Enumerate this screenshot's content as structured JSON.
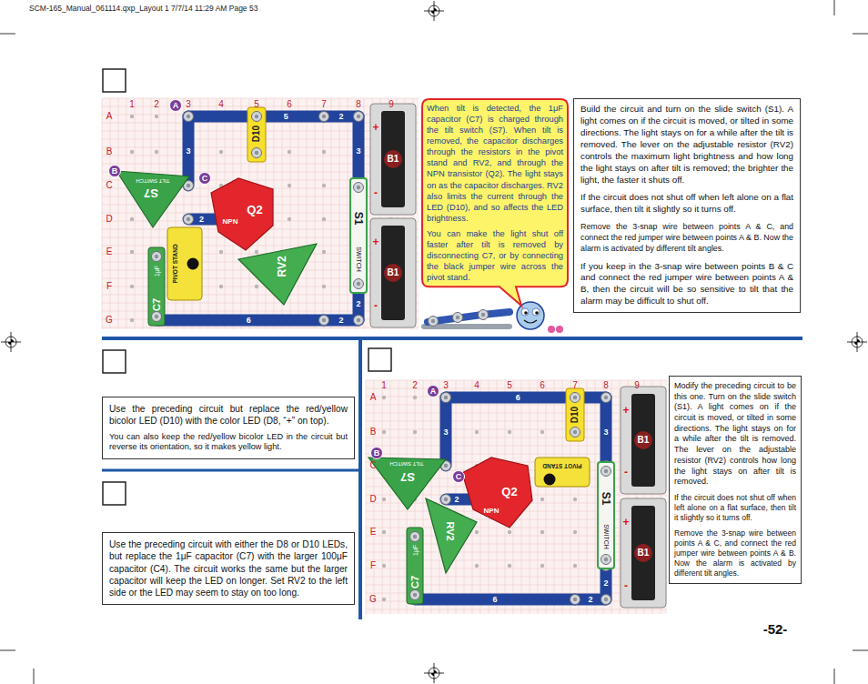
{
  "diagram": {
    "nodes": [
      {
        "text": [
          "When tilt is detected, the 1μF capacitor (C7) is charged through the tilt switch (S7). When tilt is removed, the capacitor discharges through the resistors in the pivot stand and RV2, and through the NPN transistor (Q2). The light stays on as the capacitor discharges. RV2 also limits the current through the LED (D10), and so affects the LED brightness.",
          "You can make the light shut off faster after tilt is removed by disconnecting C7, or by connecting the black jumper wire across the pivot stand."
        ]
      },
      {
        "text": [
          "Build the circuit and turn on the slide switch (S1). A light comes on if the circuit is moved, or tilted in some directions. The light stays on for a while after the tilt is removed. The lever on the adjustable resistor (RV2) controls the maximum light brightness and how long the light stays on after tilt is removed; the brighter the light, the faster it shuts off.",
          "If the circuit does not shut off when left alone on a flat surface, then tilt it slightly so it turns off.",
          "Remove the 3-snap wire between points A & C, and connect the red jumper wire between points A & B. Now the alarm is activated by different tilt angles.",
          "If you keep in the 3-snap wire between points B & C and connect the red jumper wire between points A & B, then the circuit will be so sensitive to tilt that the alarm may be difficult to shut off."
        ]
      },
      {
        "text": [
          "Use the preceding circuit but replace the red/yellow bicolor LED (D10) with the color LED (D8, “+” on top).",
          "You can also keep the red/yellow bicolor LED in the circuit but reverse its orientation, so it makes yellow light."
        ]
      },
      {
        "text": [
          "Use the preceding circuit with either the D8 or D10 LEDs, but replace the 1μF capacitor (C7) with the larger 100μF capacitor (C4). The circuit works the same but the larger capacitor will keep the LED on longer. Set RV2 to the left side or the LED may seem to stay on too long."
        ]
      },
      {
        "text": [
          "Modify the preceding circuit to be this one. Turn on the slide switch (S1). A light comes on if the circuit is moved, or tilted in some directions. The light stays on for a while after the tilt is removed. The lever on the adjustable resistor (RV2) controls how long the light stays on after tilt is removed.",
          "If the circuit does not shut off when left alone on a flat surface, then tilt it slightly so it turns off.",
          "Remove the 3-snap wire between points A & C, and connect the red jumper wire between points A & B. Now the alarm is activated by different tilt angles."
        ]
      }
    ],
    "labels": [
      "SCM-165_Manual_061114.qxp_Layout 1 7/7/14 11:29 AM Page 53",
      "1",
      "2",
      "3",
      "4",
      "5",
      "6",
      "7",
      "8",
      "9",
      "A",
      "B",
      "C",
      "D",
      "E",
      "F",
      "G",
      "A",
      "B",
      "C",
      "D10",
      "Q2",
      "NPN",
      "S7",
      "TILT SWITCH",
      "PIVOT STAND",
      "RV2",
      "C7",
      "1μF",
      "S1",
      "SWITCH",
      "B1",
      "+",
      "-",
      "B1",
      "+",
      "-",
      "5",
      "2",
      "3",
      "2",
      "6",
      "2",
      "3",
      "2",
      "1",
      "2",
      "3",
      "4",
      "5",
      "6",
      "7",
      "8",
      "9",
      "A",
      "B",
      "C",
      "D",
      "E",
      "F",
      "G",
      "A",
      "B",
      "C",
      "D10",
      "Q2",
      "NPN",
      "S7",
      "TILT SWITCH",
      "PIVOT STAND",
      "RV2",
      "C7",
      "1μF",
      "S1",
      "SWITCH",
      "B1",
      "+",
      "-",
      "B1",
      "+",
      "-",
      "6",
      "3",
      "2",
      "6",
      "2",
      "3",
      "2",
      "-52-"
    ]
  }
}
